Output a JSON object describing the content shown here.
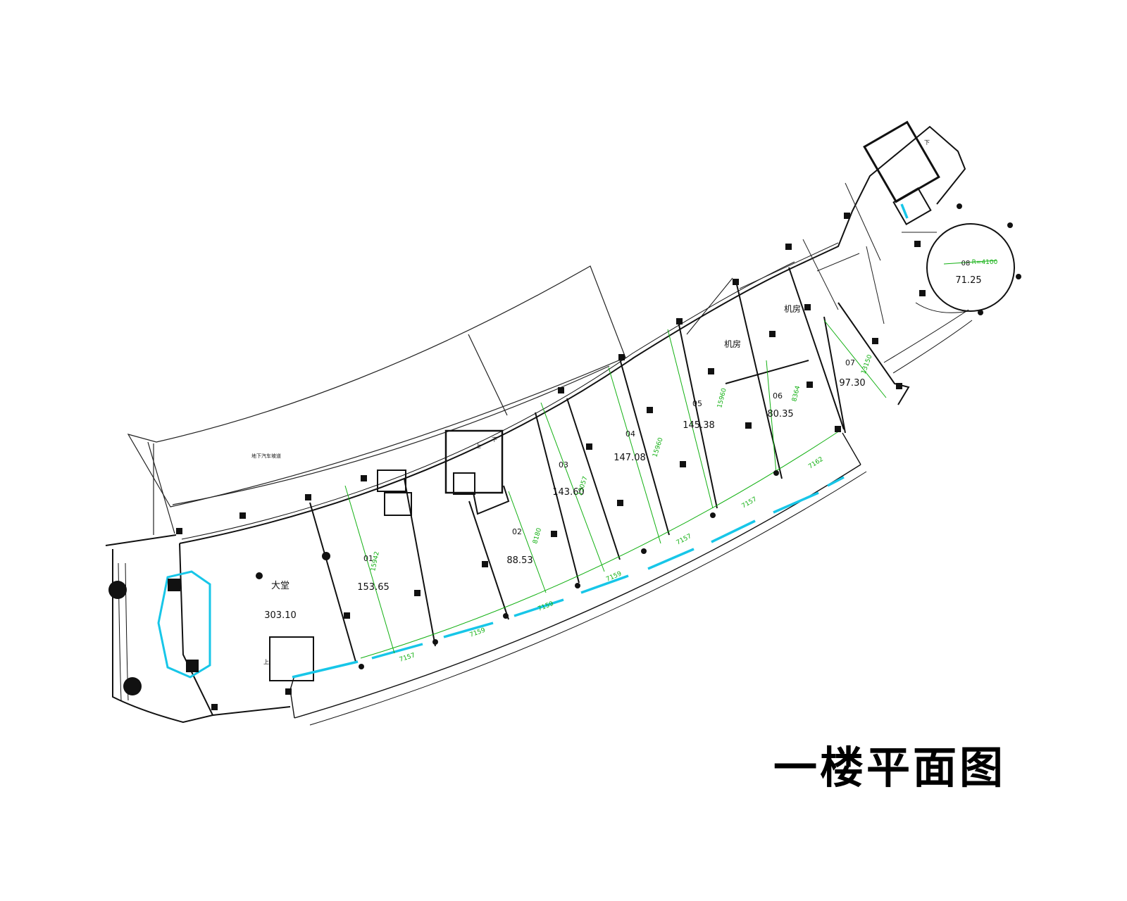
{
  "drawing": {
    "title": "一楼平面图",
    "colors": {
      "wall": "#111111",
      "glass": "#17c6e8",
      "dimension": "#12b012",
      "background": "#ffffff"
    }
  },
  "rooms": [
    {
      "id": "lobby",
      "name": "大堂",
      "area": "303.10"
    },
    {
      "id": "r01",
      "name": "01",
      "area": "153.65"
    },
    {
      "id": "r02",
      "name": "02",
      "area": "88.53"
    },
    {
      "id": "r03",
      "name": "03",
      "area": "143.60"
    },
    {
      "id": "r04",
      "name": "04",
      "area": "147.08"
    },
    {
      "id": "r05",
      "name": "05",
      "area": "145.38"
    },
    {
      "id": "r06",
      "name": "06",
      "area": "80.35"
    },
    {
      "id": "r07",
      "name": "07",
      "area": "97.30"
    },
    {
      "id": "r08",
      "name": "08",
      "area": "71.25",
      "radius": "R=4100"
    },
    {
      "id": "machine1",
      "name": "机房"
    },
    {
      "id": "machine2",
      "name": "机房"
    }
  ],
  "parking_label": "地下汽车坡道",
  "stair_marks": {
    "up": "上",
    "down": "下"
  },
  "depth_dimensions": [
    "15942",
    "8180",
    "13057",
    "15960",
    "15960",
    "8364",
    "13150"
  ],
  "facade_dimensions": [
    "7157",
    "7159",
    "7159",
    "7159",
    "7157",
    "7157",
    "7162"
  ]
}
